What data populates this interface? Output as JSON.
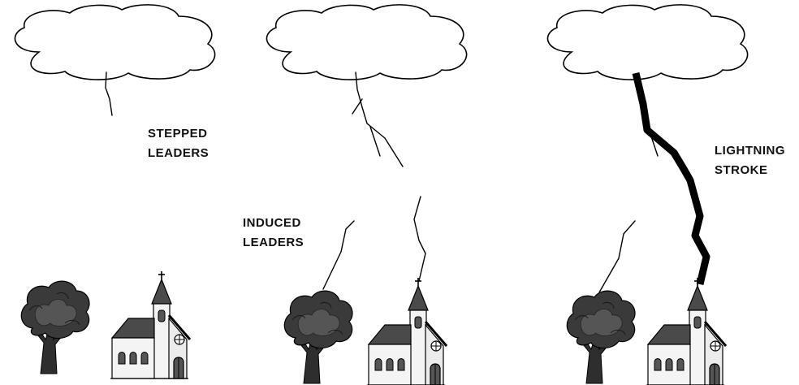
{
  "labels": {
    "stepped_line1": "STEPPED",
    "stepped_line2": "LEADERS",
    "induced_line1": "INDUCED",
    "induced_line2": "LEADERS",
    "stroke_line1": "LIGHTNING",
    "stroke_line2": "STROKE"
  },
  "colors": {
    "outline": "#000000",
    "tree_dark": "#3a3a3a",
    "tree_mid": "#555555",
    "roof": "#4a4a4a",
    "wall": "#f4f4f4",
    "background": "#ffffff"
  },
  "icons": [
    "cloud",
    "tree",
    "church",
    "lightning-bolt"
  ]
}
